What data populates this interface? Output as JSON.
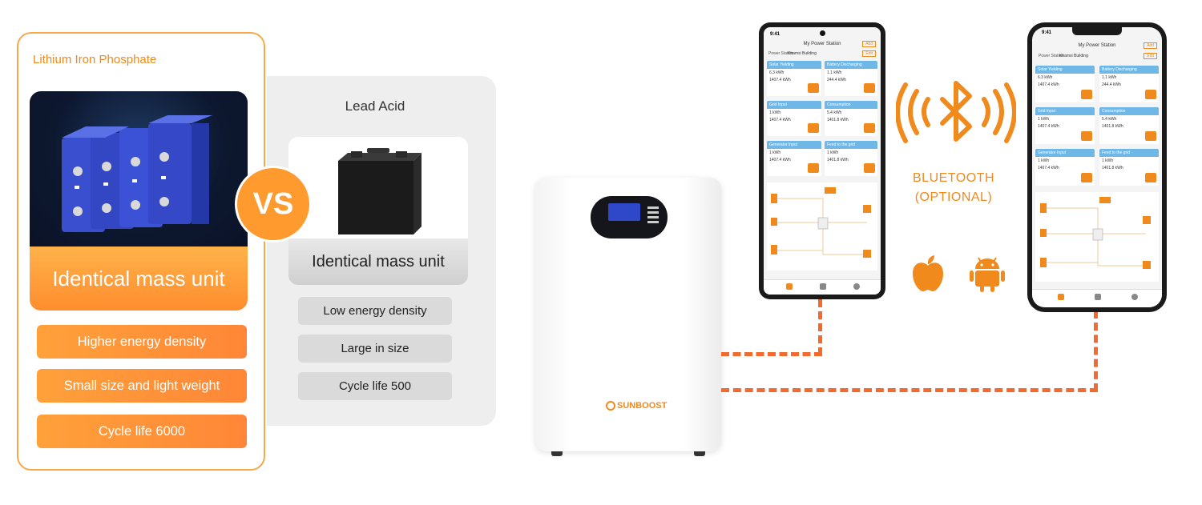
{
  "lithium": {
    "title": "Lithium Iron Phosphate",
    "unit_label": "Identical mass unit",
    "features": [
      "Higher energy density",
      "Small size and light weight",
      "Cycle life 6000"
    ]
  },
  "vs_label": "VS",
  "lead_acid": {
    "title": "Lead Acid",
    "unit_label": "Identical mass unit",
    "features": [
      "Low energy density",
      "Large in size",
      "Cycle life 500"
    ]
  },
  "battery": {
    "brand": "SUNBOOST"
  },
  "bluetooth": {
    "line1": "BLUETOOTH",
    "line2": "(OPTIONAL)"
  },
  "app": {
    "time": "9:41",
    "title": "My Power Station",
    "add": "Add",
    "station_label": "Power Station",
    "station_name": "Khamsi Building",
    "edit": "Edit",
    "tiles": [
      {
        "header": "Solar Yielding",
        "v1": "6.3 kWh",
        "v2": "1407.4 kWh"
      },
      {
        "header": "Battery Discharging",
        "v1": "1.1 kWh",
        "v2": "244.4 kWh"
      },
      {
        "header": "Grid Input",
        "v1": "1 kWh",
        "v2": "1407.4 kWh"
      },
      {
        "header": "Consumption",
        "v1": "5.4 kWh",
        "v2": "1401.8 kWh"
      },
      {
        "header": "Generator Input",
        "v1": "1 kWh",
        "v2": "1407.4 kWh"
      },
      {
        "header": "Feed to the grid",
        "v1": "1 kWh",
        "v2": "1401.8 kWh"
      }
    ]
  },
  "colors": {
    "orange": "#f08a1c",
    "dash": "#f26a2e",
    "tile_header": "#6fb7e6"
  }
}
